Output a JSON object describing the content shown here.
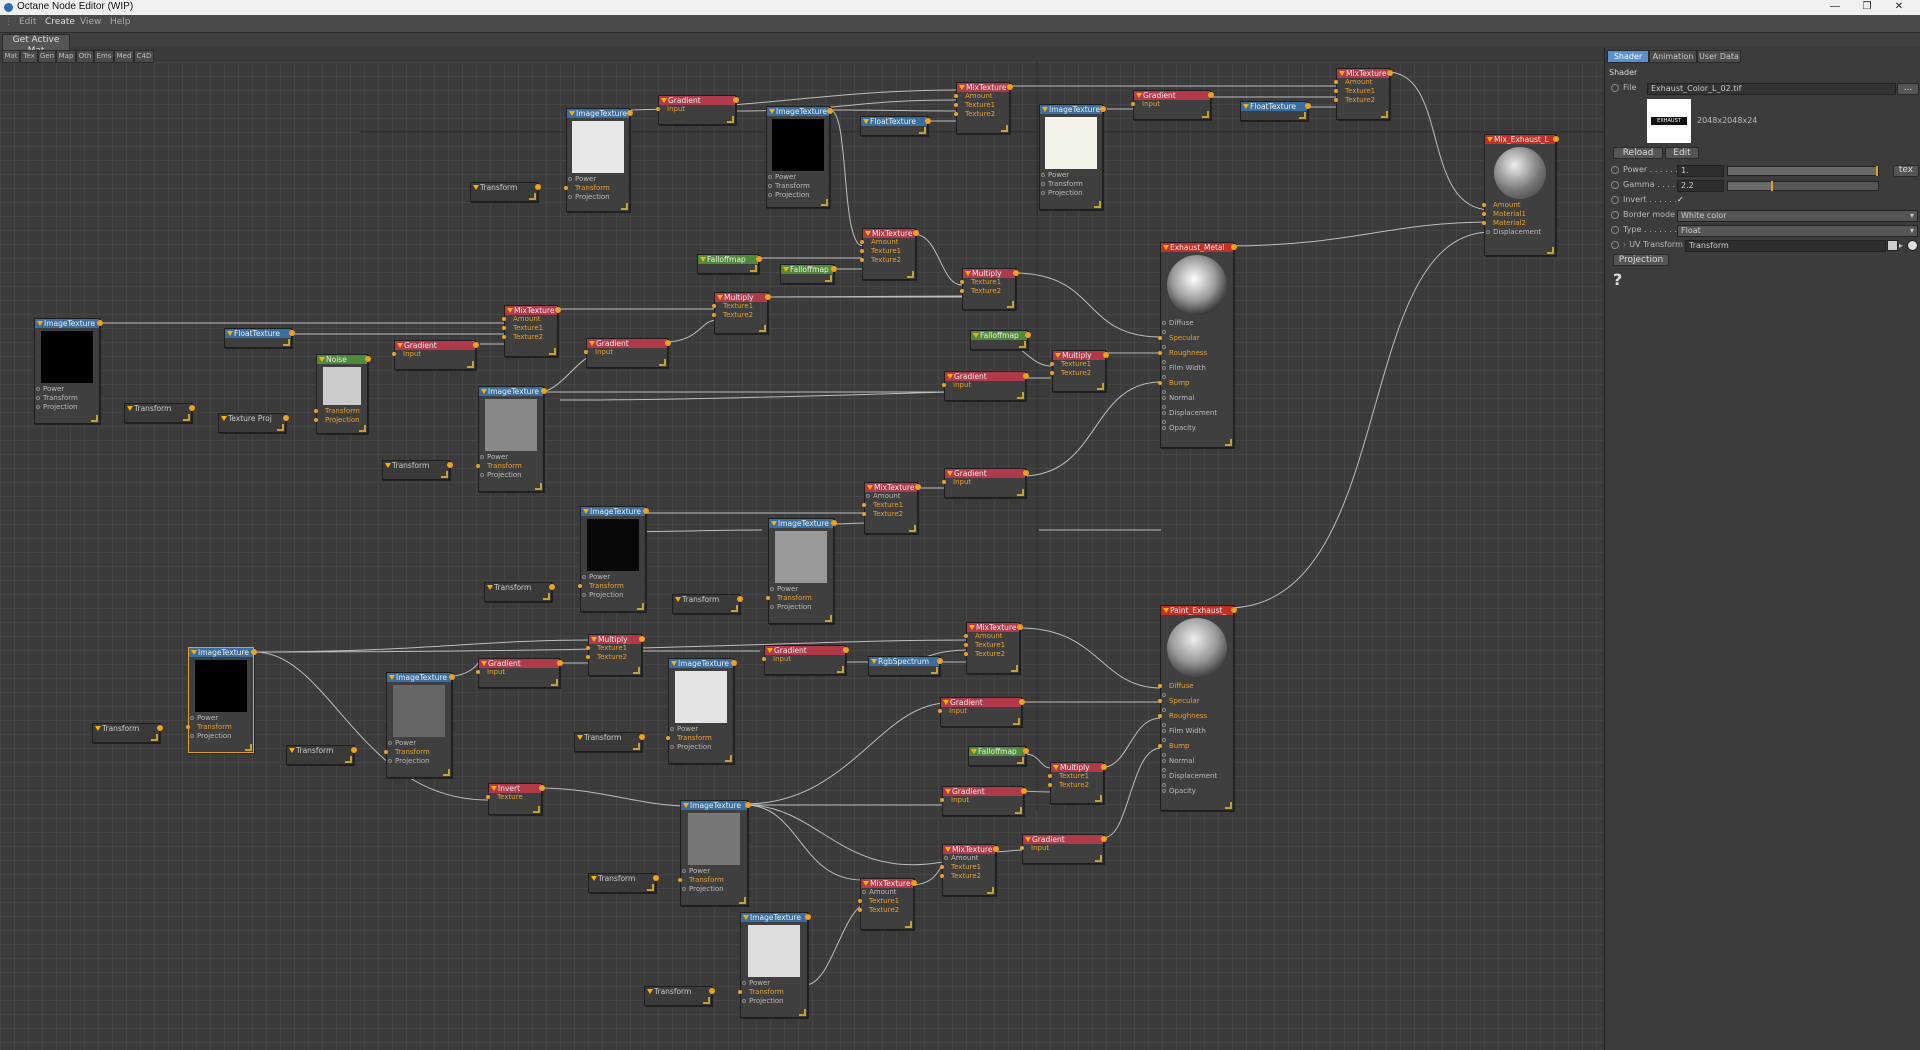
{
  "window": {
    "title": "Octane Node Editor (WIP)"
  },
  "menu": [
    "Edit",
    "Create",
    "View",
    "Help"
  ],
  "toolbar": {
    "get_active_mat": "Get Active Mat"
  },
  "category_tabs": [
    "Mat",
    "Tex",
    "Gen",
    "Map",
    "Oth",
    "Ems",
    "Med",
    "C4D"
  ],
  "pins": {
    "power": "Power",
    "transform": "Transform",
    "projection": "Projection",
    "input": "Input",
    "amount": "Amount",
    "texture1": "Texture1",
    "texture2": "Texture2",
    "texture": "Texture",
    "material1": "Material1",
    "material2": "Material2",
    "displacement": "Displacement",
    "diffuse": "Diffuse",
    "specular": "Specular",
    "roughness": "Roughness",
    "film_width": "Film Width",
    "bump": "Bump",
    "normal": "Normal",
    "opacity": "Opacity"
  },
  "nodes": {
    "imagetexture": "ImageTexture",
    "gradient": "Gradient",
    "mixtexture": "MixTexture",
    "floattexture": "FloatTexture",
    "falloffmap": "Falloffmap",
    "multiply": "Multiply",
    "transform": "Transform",
    "noise": "Noise",
    "texture_proj": "Texture Proj",
    "rgbspectrum": "RgbSpectrum",
    "invert": "Invert",
    "mix_material": "Mix_Exhaust_L",
    "exhaust_metal": "Exhaust_Metal",
    "paint_exhaust": "Paint_Exhaust_"
  },
  "panel": {
    "tabs": [
      "Shader",
      "Animation",
      "User Data"
    ],
    "section": "Shader",
    "file_label": "File",
    "file_value": "Exhaust_Color_L_02.tif",
    "file_browse": "...",
    "thumb_text": "EXHAUST",
    "resolution": "2048x2048x24",
    "reload": "Reload",
    "edit": "Edit",
    "power_label": "Power . . . . . .",
    "power_value": "1.",
    "power_slider": 1.0,
    "tex_button": "tex",
    "gamma_label": "Gamma . . . . .",
    "gamma_value": "2.2",
    "gamma_slider": 0.3,
    "invert_label": "Invert . . . . . .",
    "invert_check": "✓",
    "border_label": "Border mode",
    "border_value": "White color",
    "type_label": "Type . . . . . . .",
    "type_value": "Float",
    "uv_label": "UV Transform",
    "uv_value": "Transform",
    "projection_btn": "Projection",
    "help": "?"
  },
  "colors": {
    "accent": "#5a8fd0",
    "wire": "#d8d8d8",
    "pin": "#f0a020",
    "image": "#3b6e9e",
    "gradient": "#b03a4a",
    "falloff": "#4e8a3a",
    "material": "#c23028"
  }
}
